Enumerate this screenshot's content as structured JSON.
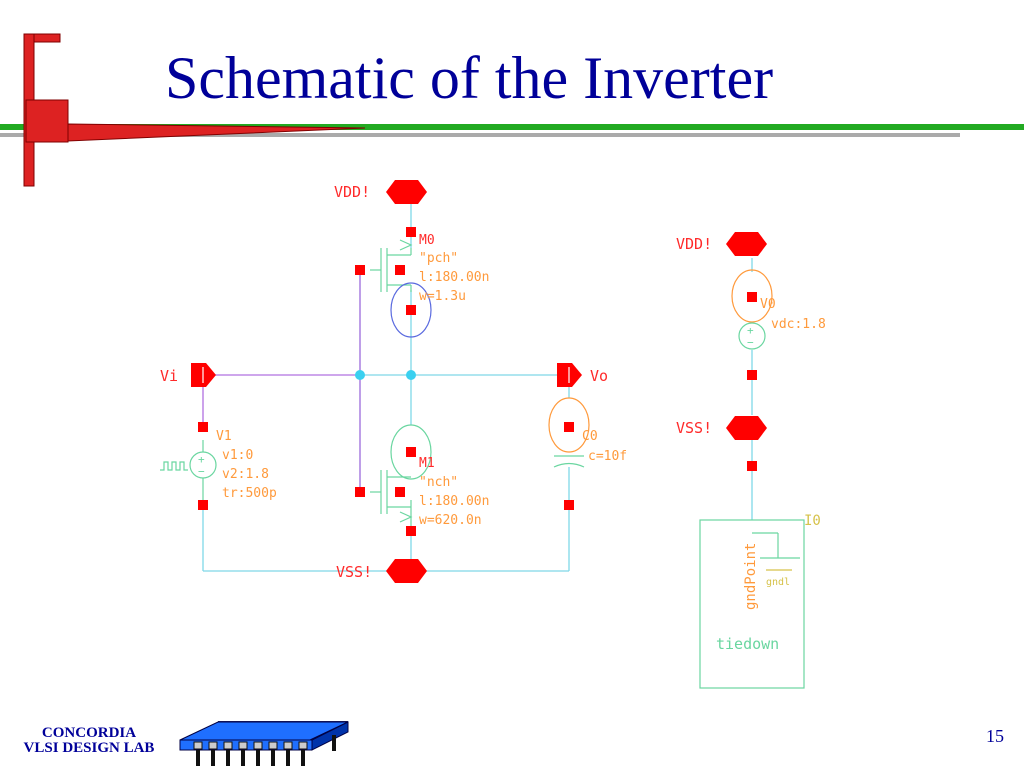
{
  "slide": {
    "title": "Schematic of the Inverter",
    "page_number": "15"
  },
  "footer": {
    "org_line1": "CONCORDIA",
    "org_line2": "VLSI DESIGN LAB"
  },
  "schematic": {
    "pins": {
      "vdd_main": "VDD!",
      "vss_main": "VSS!",
      "input": "Vi",
      "output": "Vo",
      "vdd_side": "VDD!",
      "vss_side": "VSS!"
    },
    "pmos": {
      "name": "M0",
      "model": "\"pch\"",
      "length": "l:180.00n",
      "width": "w=1.3u"
    },
    "nmos": {
      "name": "M1",
      "model": "\"nch\"",
      "length": "l:180.00n",
      "width": "w=620.0n"
    },
    "pulse_source": {
      "name": "V1",
      "v1": "v1:0",
      "v2": "v2:1.8",
      "tr": "tr:500p"
    },
    "capacitor": {
      "name": "C0",
      "value": "c=10f"
    },
    "dc_source": {
      "name": "V0",
      "value": "vdc:1.8"
    },
    "tiedown": {
      "instance": "I0",
      "pin": "gndPoint",
      "net": "gndl",
      "cell": "tiedown"
    }
  },
  "colors": {
    "title": "#000099",
    "pin_red": "#ff0000",
    "wire_cyan": "#7fd8e8",
    "wire_purple": "#b070e0",
    "device_green": "#6ad6a0",
    "label_orange": "#ff9a3c",
    "accent_green": "#22aa22",
    "accent_red": "#dd2222"
  }
}
